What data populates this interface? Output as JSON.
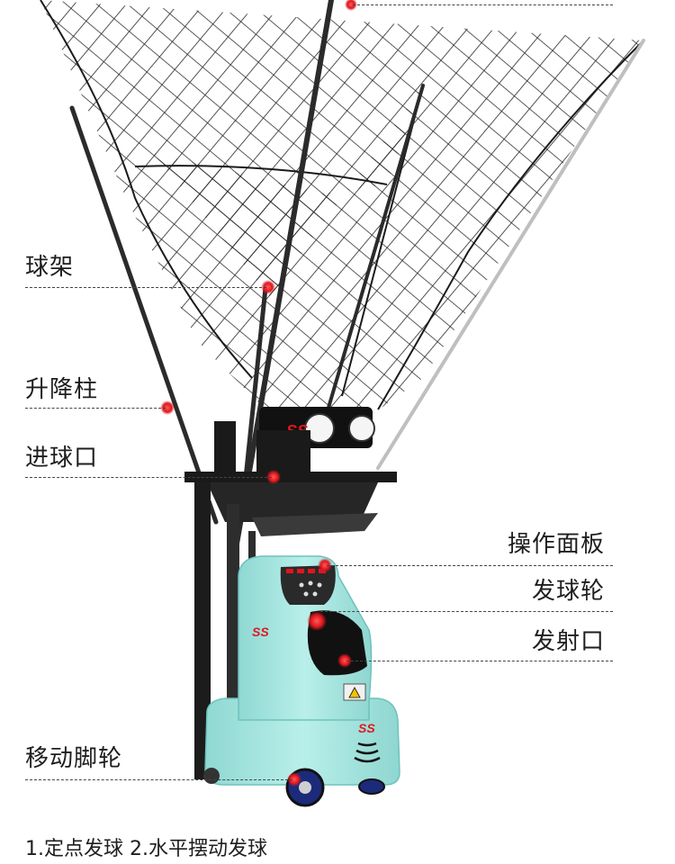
{
  "callouts": {
    "ball_rack": "球架",
    "lift_column": "升降柱",
    "ball_inlet": "进球口",
    "control_panel": "操作面板",
    "serve_wheel": "发球轮",
    "launch_port": "发射口",
    "casters": "移动脚轮"
  },
  "caption": "1.定点发球 2.水平摆动发球",
  "brand_mark": "SS",
  "colors": {
    "machine_body": "#a9e7e2",
    "machine_shadow": "#7fcfc9",
    "net": "#1b1b1b",
    "frame": "#2b2b2b",
    "marker_dot": "#e0161e",
    "wheel": "#2a3a9a"
  }
}
